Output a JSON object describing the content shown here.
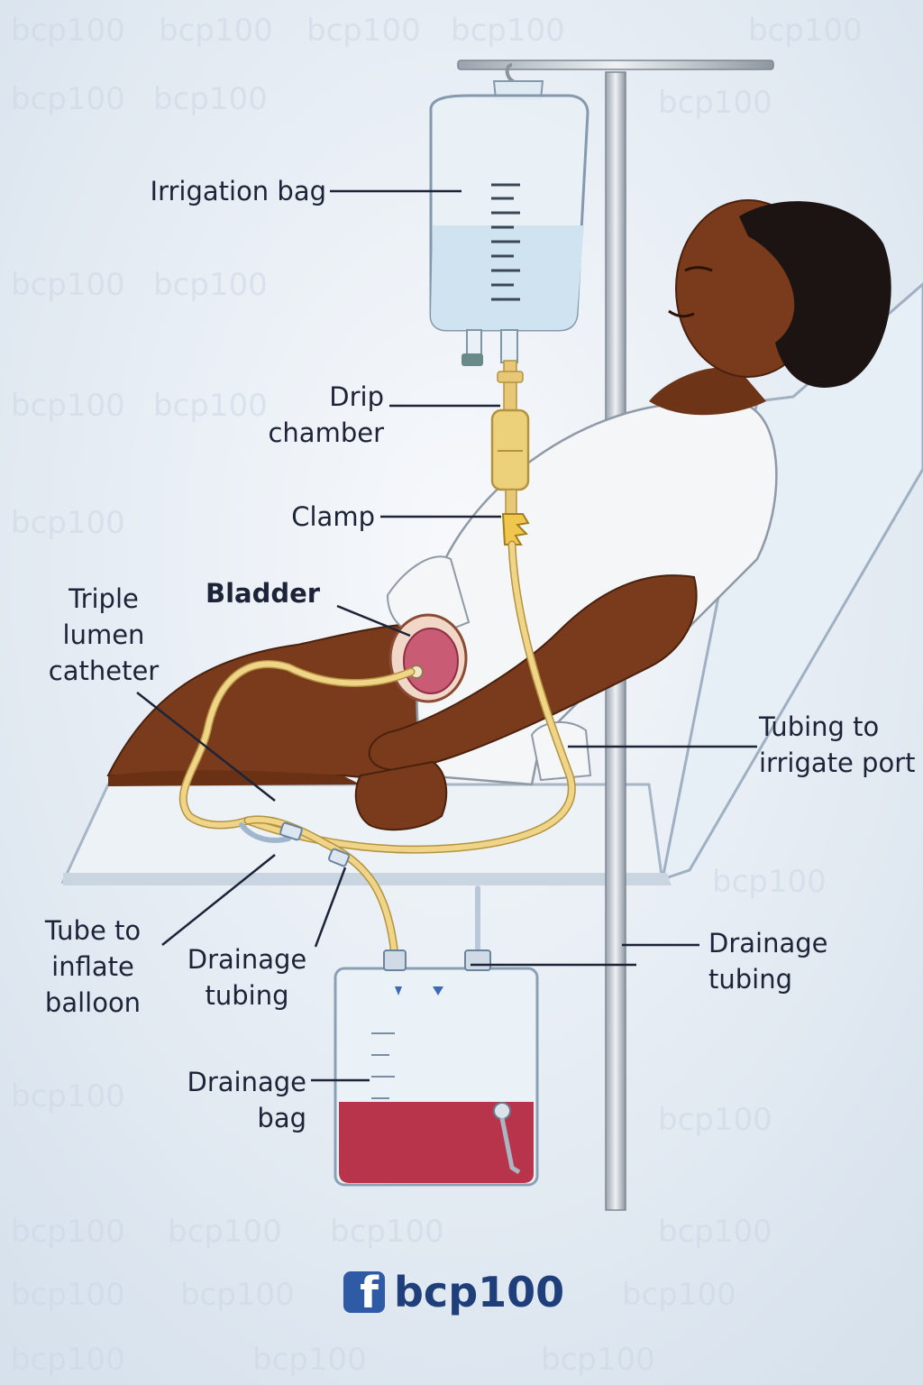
{
  "labels": {
    "irrigation_bag": "Irrigation bag",
    "drip_chamber": [
      "Drip",
      "chamber"
    ],
    "clamp": "Clamp",
    "bladder": "Bladder",
    "triple_lumen_catheter": [
      "Triple",
      "lumen",
      "catheter"
    ],
    "tubing_irrigate_port": [
      "Tubing to",
      "irrigate port"
    ],
    "tube_inflate_balloon": [
      "Tube to",
      "inflate",
      "balloon"
    ],
    "drainage_tubing_left": [
      "Drainage",
      "tubing"
    ],
    "drainage_tubing_right": [
      "Drainage",
      "tubing"
    ],
    "drainage_bag": [
      "Drainage",
      "bag"
    ]
  },
  "watermark": "bcp100",
  "brand": {
    "icon": "facebook-icon",
    "name": "bcp100"
  },
  "colors": {
    "fluid_clear": "#cfe3f0",
    "fluid_blood": "#b8344a",
    "tubing": "#e7c877",
    "skin": "#7a3b1c",
    "gown": "#f4f6f8",
    "bed": "#dfe8f1"
  }
}
